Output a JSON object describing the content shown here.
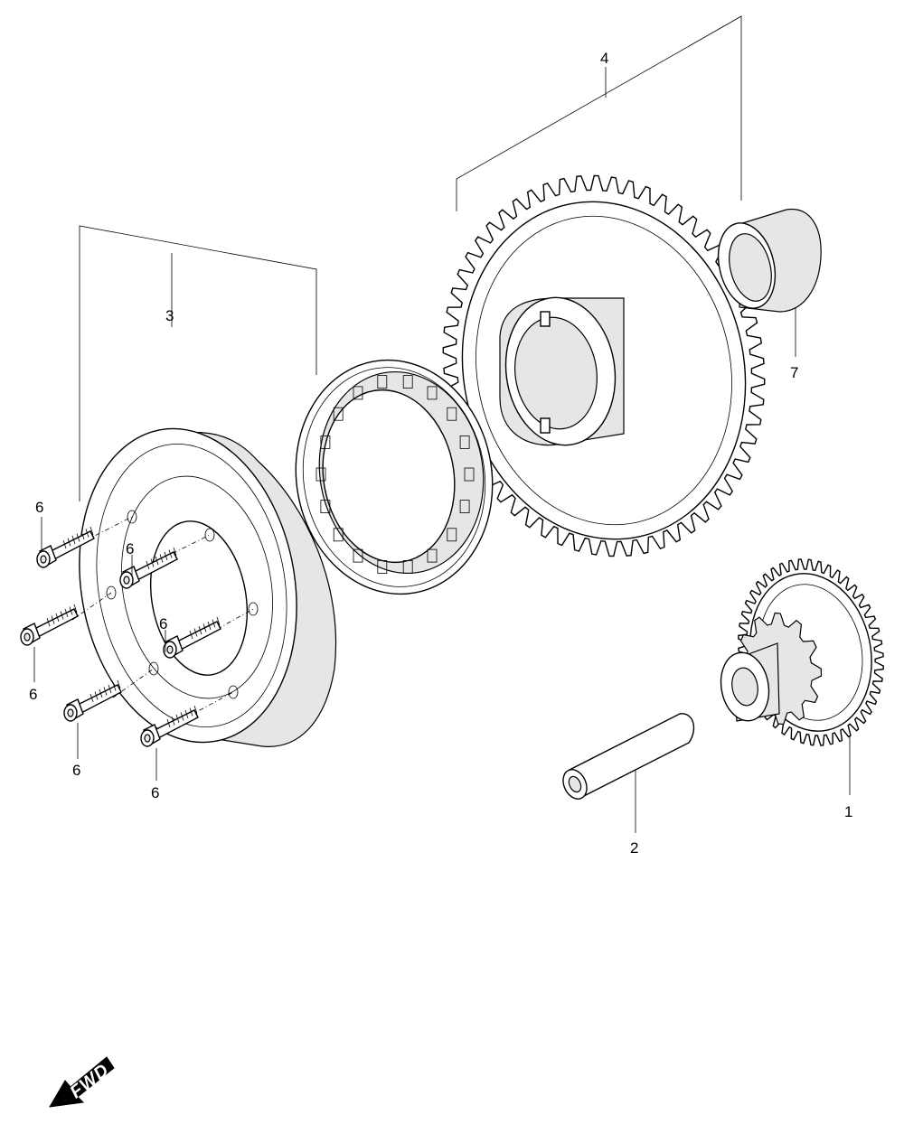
{
  "diagram": {
    "callouts": {
      "c1": "1",
      "c2": "2",
      "c3": "3",
      "c4": "4",
      "c6a": "6",
      "c6b": "6",
      "c6c": "6",
      "c6d": "6",
      "c6e": "6",
      "c6f": "6",
      "c7": "7"
    },
    "direction_badge": "FWD"
  }
}
